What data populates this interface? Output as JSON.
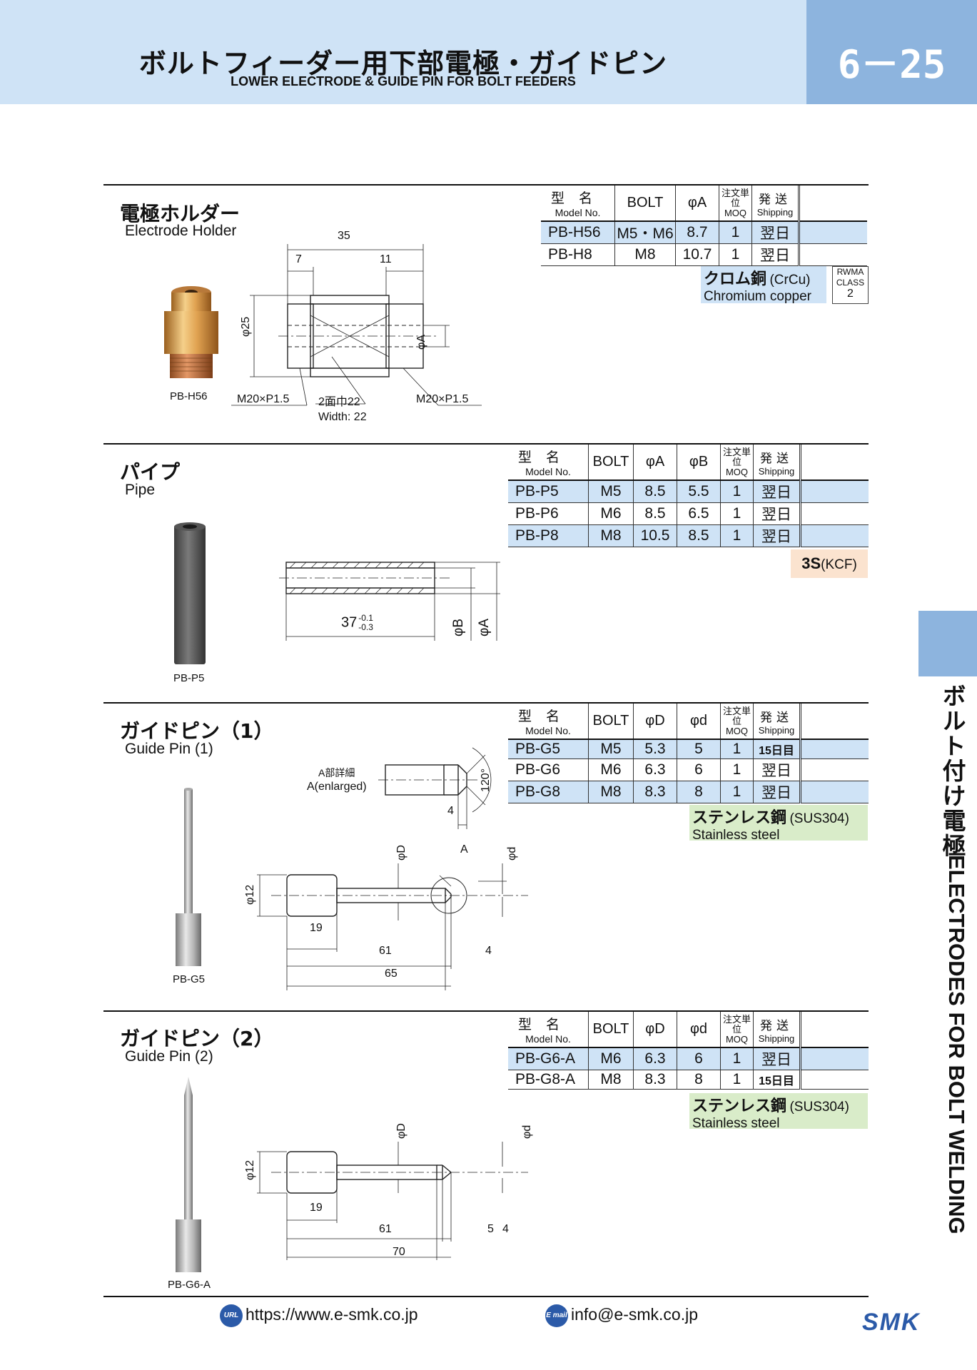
{
  "header": {
    "title_jp": "ボルトフィーダー用下部電極・ガイドピン",
    "title_en": "LOWER ELECTRODE & GUIDE PIN FOR BOLT FEEDERS",
    "page_number": "6－25"
  },
  "side_tab": {
    "jp": "ボルト付け電極",
    "en": "ELECTRODES FOR BOLT WELDING"
  },
  "table_header": {
    "model_jp": "型名",
    "model_en": "Model No.",
    "bolt": "BOLT",
    "moq_jp": "注文単位",
    "moq_en": "MOQ",
    "shipping_jp": "発送",
    "shipping_en": "Shipping"
  },
  "sections": [
    {
      "title_jp": "電極ホルダー",
      "title_en": "Electrode Holder",
      "columns": [
        "φA"
      ],
      "rows": [
        {
          "model": "PB-H56",
          "bolt": "M5・M6",
          "vals": [
            "8.7"
          ],
          "moq": "1",
          "ship": "翌日"
        },
        {
          "model": "PB-H8",
          "bolt": "M8",
          "vals": [
            "10.7"
          ],
          "moq": "1",
          "ship": "翌日"
        }
      ],
      "material_jp": "クロム銅",
      "material_code": "(CrCu)",
      "material_en": "Chromium copper",
      "rwma": [
        "RWMA",
        "CLASS",
        "2"
      ],
      "photo_label": "PB-H56",
      "dims": {
        "d35": "35",
        "d7": "7",
        "d11": "11",
        "dia25": "φ25",
        "diaA": "φA",
        "thread_l": "M20×P1.5",
        "width_jp": "2面巾22",
        "thread_r": "M20×P1.5",
        "width_en": "Width: 22"
      }
    },
    {
      "title_jp": "パイプ",
      "title_en": "Pipe",
      "columns": [
        "φA",
        "φB"
      ],
      "rows": [
        {
          "model": "PB-P5",
          "bolt": "M5",
          "vals": [
            "8.5",
            "5.5"
          ],
          "moq": "1",
          "ship": "翌日"
        },
        {
          "model": "PB-P6",
          "bolt": "M6",
          "vals": [
            "8.5",
            "6.5"
          ],
          "moq": "1",
          "ship": "翌日"
        },
        {
          "model": "PB-P8",
          "bolt": "M8",
          "vals": [
            "10.5",
            "8.5"
          ],
          "moq": "1",
          "ship": "翌日"
        }
      ],
      "material_jp": "3S",
      "material_code": "(KCF)",
      "photo_label": "PB-P5",
      "dims": {
        "len": "37",
        "tol_up": "-0.1",
        "tol_dn": "-0.3",
        "diaB": "φB",
        "diaA": "φA"
      }
    },
    {
      "title_jp": "ガイドピン（1）",
      "title_en": "Guide Pin (1)",
      "columns": [
        "φD",
        "φd"
      ],
      "rows": [
        {
          "model": "PB-G5",
          "bolt": "M5",
          "vals": [
            "5.3",
            "5"
          ],
          "moq": "1",
          "ship": "15日目"
        },
        {
          "model": "PB-G6",
          "bolt": "M6",
          "vals": [
            "6.3",
            "6"
          ],
          "moq": "1",
          "ship": "翌日"
        },
        {
          "model": "PB-G8",
          "bolt": "M8",
          "vals": [
            "8.3",
            "8"
          ],
          "moq": "1",
          "ship": "翌日"
        }
      ],
      "material_jp": "ステンレス鋼",
      "material_code": "(SUS304)",
      "material_en": "Stainless steel",
      "photo_label": "PB-G5",
      "dims": {
        "detail_jp": "A部詳細",
        "detail_en": "A(enlarged)",
        "angle": "120°",
        "d4a": "4",
        "diaD": "φD",
        "markA": "A",
        "diad": "φd",
        "dia12": "φ12",
        "d19": "19",
        "d61": "61",
        "d4b": "4",
        "d65": "65"
      }
    },
    {
      "title_jp": "ガイドピン（2）",
      "title_en": "Guide Pin (2)",
      "columns": [
        "φD",
        "φd"
      ],
      "rows": [
        {
          "model": "PB-G6-A",
          "bolt": "M6",
          "vals": [
            "6.3",
            "6"
          ],
          "moq": "1",
          "ship": "翌日"
        },
        {
          "model": "PB-G8-A",
          "bolt": "M8",
          "vals": [
            "8.3",
            "8"
          ],
          "moq": "1",
          "ship": "15日目"
        }
      ],
      "material_jp": "ステンレス鋼",
      "material_code": "(SUS304)",
      "material_en": "Stainless steel",
      "photo_label": "PB-G6-A",
      "dims": {
        "diaD": "φD",
        "diad": "φd",
        "dia12": "φ12",
        "d19": "19",
        "d61": "61",
        "d5": "5",
        "d4": "4",
        "d70": "70"
      }
    }
  ],
  "footer": {
    "url_icon": "URL",
    "url": "https://www.e-smk.co.jp",
    "mail_icon": "E mail",
    "email": "info@e-smk.co.jp",
    "logo": "SMK"
  },
  "colors": {
    "header_bg": "#cfe3f6",
    "accent": "#8db4de",
    "row_highlight": "#cfe3f6",
    "material_green": "#d9ecc9",
    "material_peach": "#fbe3cf",
    "logo_blue": "#2b5aa8"
  }
}
